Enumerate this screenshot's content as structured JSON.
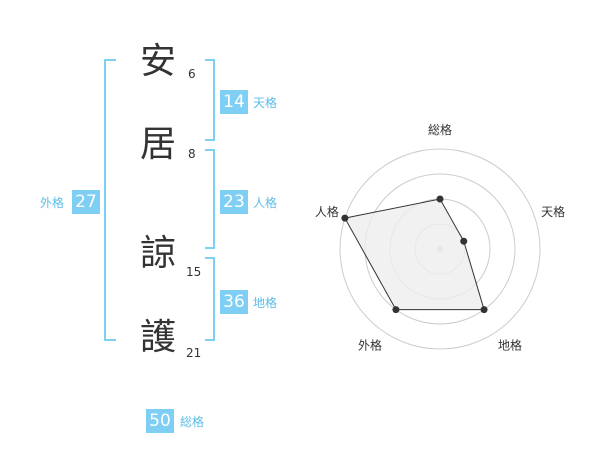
{
  "name": {
    "chars": [
      {
        "char": "安",
        "strokes": "6"
      },
      {
        "char": "居",
        "strokes": "8"
      },
      {
        "char": "諒",
        "strokes": "15"
      },
      {
        "char": "護",
        "strokes": "21"
      }
    ]
  },
  "kakusu": {
    "tenkaku": {
      "value": "14",
      "label": "天格"
    },
    "jinkaku": {
      "value": "23",
      "label": "人格"
    },
    "chikaku": {
      "value": "36",
      "label": "地格"
    },
    "gaikaku": {
      "value": "27",
      "label": "外格"
    },
    "soukaku": {
      "value": "50",
      "label": "総格"
    }
  },
  "colors": {
    "accent": "#7fcff5",
    "accent_text": "#5bbde8",
    "bracket": "#7fcff5",
    "grid": "#cccccc",
    "fill": "#eeeeee"
  },
  "chart_data": {
    "type": "radar",
    "axes": [
      "総格",
      "天格",
      "地格",
      "外格",
      "人格"
    ],
    "levels": 4,
    "range": [
      0,
      4
    ],
    "values": [
      2,
      1,
      3,
      3,
      4
    ]
  }
}
